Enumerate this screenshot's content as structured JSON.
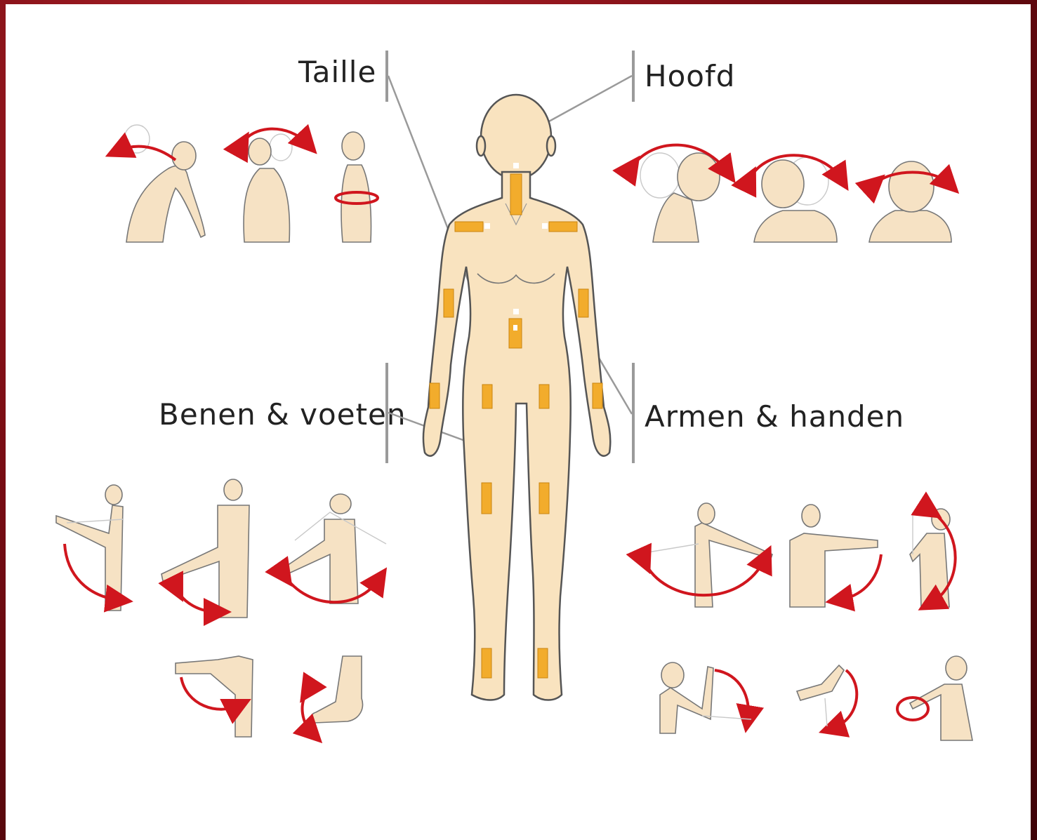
{
  "labels": {
    "taille": "Taille",
    "hoofd": "Hoofd",
    "benen_voeten": "Benen & voeten",
    "armen_handen": "Armen & handen"
  },
  "colors": {
    "arrow": "#d0161e",
    "skin": "#f9e3bf",
    "sensor": "#f2ac2c",
    "frame": "#7a0d14"
  }
}
